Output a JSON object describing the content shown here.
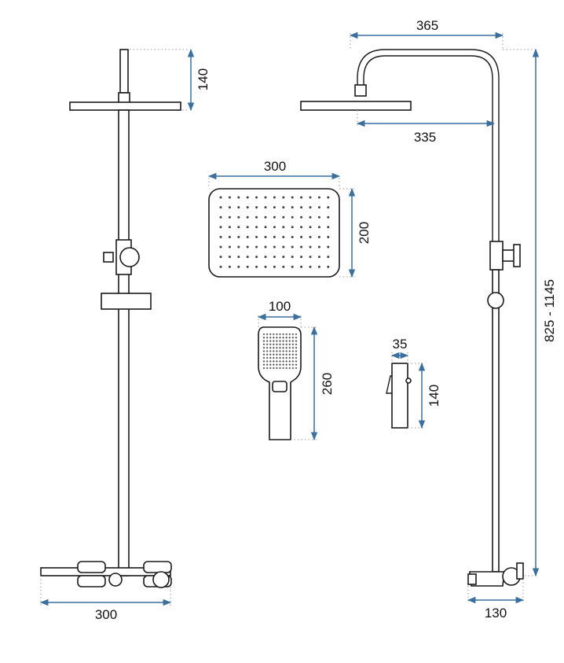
{
  "dimensions": {
    "left_head_height": "140",
    "left_base_width": "300",
    "right_arm_span": "365",
    "right_arm_reach": "335",
    "right_total_height": "825 - 1145",
    "right_base_depth": "130",
    "head_width": "300",
    "head_depth": "200",
    "hand_width": "100",
    "hand_length": "260",
    "holder_width": "35",
    "holder_height": "140"
  },
  "colors": {
    "dimension_line": "#3a6f9e",
    "outline": "#1a1a1a",
    "extension_line": "#9a9a9a"
  }
}
